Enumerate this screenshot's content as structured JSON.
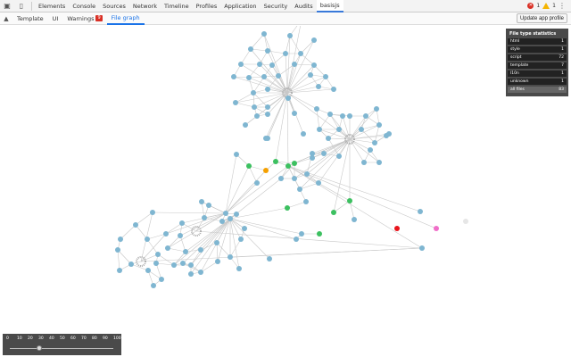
{
  "devtools": {
    "tabs": [
      "Elements",
      "Console",
      "Sources",
      "Network",
      "Timeline",
      "Profiles",
      "Application",
      "Security",
      "Audits",
      "basisjs"
    ],
    "active_tab": "basisjs",
    "error_count": "1",
    "warning_count": "1"
  },
  "panel": {
    "tabs": [
      {
        "label": "Template"
      },
      {
        "label": "UI"
      },
      {
        "label": "Warnings",
        "badge": "9"
      },
      {
        "label": "File graph"
      }
    ],
    "active_tab": "File graph",
    "update_button": "Update app profile"
  },
  "stats": {
    "title": "File type statistics",
    "rows": [
      {
        "label": "html",
        "value": "1"
      },
      {
        "label": "style",
        "value": "1"
      },
      {
        "label": "script",
        "value": "72"
      },
      {
        "label": "template",
        "value": "7"
      },
      {
        "label": "l10n",
        "value": "1"
      },
      {
        "label": "unknown",
        "value": "1"
      },
      {
        "label": "all files",
        "value": "83"
      }
    ]
  },
  "slider": {
    "ticks": [
      "0",
      "10",
      "20",
      "30",
      "40",
      "50",
      "60",
      "70",
      "80",
      "90",
      "100"
    ],
    "value": 30
  },
  "colors": {
    "node_script": "#7fb6d1",
    "node_template": "#3cc060",
    "node_html": "#f5a000",
    "node_root": "#e8141c",
    "node_style": "#f06ec8",
    "node_unknown": "#e6e6e6",
    "edge": "#c8c8c8"
  }
}
